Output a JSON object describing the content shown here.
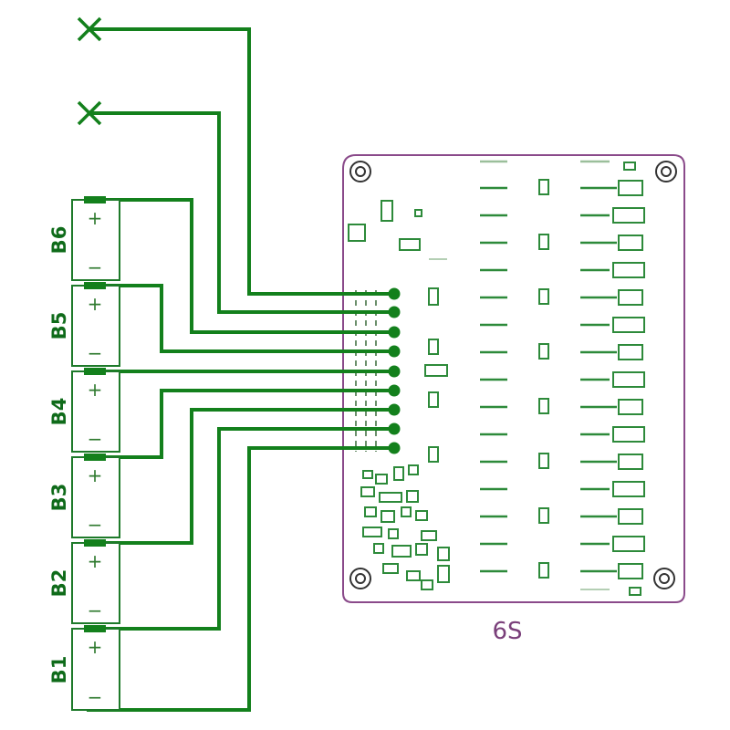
{
  "board": {
    "label": "6S"
  },
  "cells": [
    {
      "name": "B6",
      "plus": "+",
      "minus": "−"
    },
    {
      "name": "B5",
      "plus": "+",
      "minus": "−"
    },
    {
      "name": "B4",
      "plus": "+",
      "minus": "−"
    },
    {
      "name": "B3",
      "plus": "+",
      "minus": "−"
    },
    {
      "name": "B2",
      "plus": "+",
      "minus": "−"
    },
    {
      "name": "B1",
      "plus": "+",
      "minus": "−"
    }
  ],
  "colors": {
    "wire": "#13801c",
    "board_outline": "#8a4a8a",
    "label": "#0f6b1a"
  },
  "icons": {
    "unconnected_end": "x-mark-icon",
    "mounting_hole": "mounting-hole-icon",
    "wire_terminal": "solder-dot-icon"
  }
}
